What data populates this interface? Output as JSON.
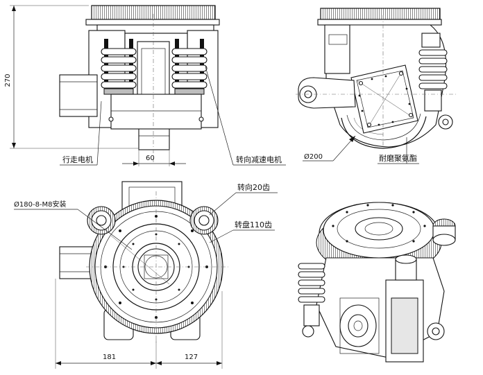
{
  "dimensions": {
    "height": "270",
    "width_center": "60",
    "wheel_dia": "Ø200",
    "left_extent": "181",
    "right_extent": "127"
  },
  "labels": {
    "drive_motor": "行走电机",
    "steering_motor": "转向减速电机",
    "polyurethane": "耐磨聚氨酯",
    "mount_pattern": "Ø180-8-M8安装",
    "steer_gear": "转向20齿",
    "turntable_gear": "转盘110齿"
  }
}
